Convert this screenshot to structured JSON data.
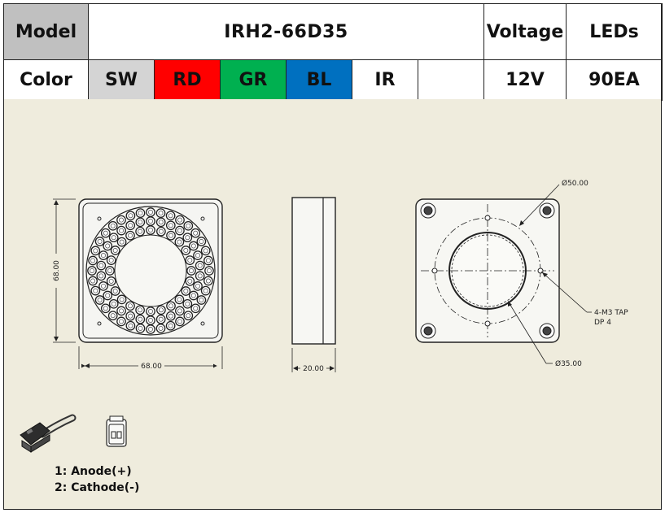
{
  "spec": {
    "model_label": "Model",
    "model_value": "IRH2-66D35",
    "voltage_label": "Voltage",
    "leds_label": "LEDs",
    "color_label": "Color",
    "colors": [
      {
        "code": "SW",
        "bg": "#d4d4d4",
        "fg": "#111111"
      },
      {
        "code": "RD",
        "bg": "#ff0000",
        "fg": "#ffffff"
      },
      {
        "code": "GR",
        "bg": "#00b050",
        "fg": "#ffffff"
      },
      {
        "code": "BL",
        "bg": "#0070c0",
        "fg": "#ffffff"
      },
      {
        "code": "IR",
        "bg": "#ffffff",
        "fg": "#ff0000"
      }
    ],
    "voltage_value": "12V",
    "leds_value": "90EA"
  },
  "drawing": {
    "front_width": "68.00",
    "front_height": "68.00",
    "side_depth": "20.00",
    "outer_diameter": "Ø50.00",
    "inner_diameter": "Ø35.00",
    "tap_line1": "4-M3 TAP",
    "tap_line2": "DP 4"
  },
  "pins": {
    "pin1": "1: Anode(+)",
    "pin2": "2: Cathode(-)"
  }
}
